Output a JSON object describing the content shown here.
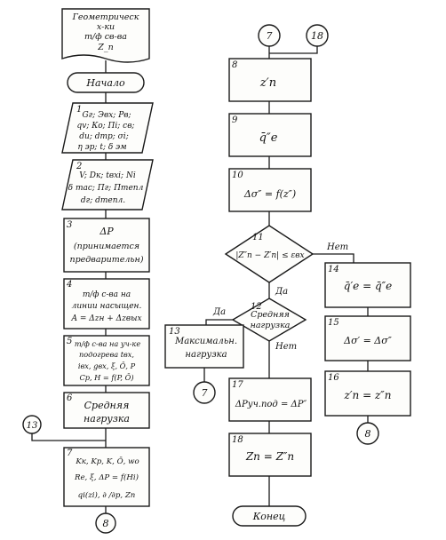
{
  "start_block": [
    "Геометрическ",
    "х-ки",
    "т/ф св-ва",
    "Z_п"
  ],
  "begin_terminal": "Начало",
  "blocks": {
    "b1": {
      "num": "1",
      "lines": [
        "Gг; Эвх; Рв;",
        "qv; Ко; Пi; св;",
        "dи; dтр; σi;",
        "η эр; t; δ эм"
      ]
    },
    "b2": {
      "num": "2",
      "lines": [
        "V; Dк; tвхi; Ni",
        "δ тас; Пг; Птепл",
        "dг; dтепл."
      ]
    },
    "b3": {
      "num": "3",
      "lines": [
        "ΔP",
        "(принимается",
        "предварительн)"
      ]
    },
    "b4": {
      "num": "4",
      "lines": [
        "т/ф с-ва на",
        "линии насыщен.",
        "A = Δzн + Δzвых"
      ]
    },
    "b5": {
      "num": "5",
      "lines": [
        "т/ф с-ва на уч-ке",
        "подогрева tвх,",
        "iвх, gвх, ξ, Ō, P",
        "Cp, H = f(P, Ō)"
      ]
    },
    "b6": {
      "num": "6",
      "lines": [
        "Средняя",
        "нагрузка"
      ]
    },
    "b7": {
      "num": "7",
      "lines": [
        "Kк, Kр, K, Ō, wо",
        "Re, ξ, ΔP = f(Hi)",
        "qi(zi), ∂ /∂p, Zп"
      ]
    },
    "b8": {
      "num": "8",
      "lines": [
        "z′п"
      ]
    },
    "b9": {
      "num": "9",
      "lines": [
        "q̄″е"
      ]
    },
    "b10": {
      "num": "10",
      "lines": [
        "Δσ″ = f(z″)"
      ]
    },
    "b11": {
      "num": "11",
      "lines": [
        "|Z″п − Z′п| ≤ εвх"
      ]
    },
    "b12": {
      "num": "12",
      "lines": [
        "Средняя",
        "нагрузка"
      ]
    },
    "b13": {
      "num": "13",
      "lines": [
        "Максимальн.",
        "нагрузка"
      ]
    },
    "b14": {
      "num": "14",
      "lines": [
        "q̄′е = q̄″е"
      ]
    },
    "b15": {
      "num": "15",
      "lines": [
        "Δσ′ = Δσ″"
      ]
    },
    "b16": {
      "num": "16",
      "lines": [
        "z′п = z″п"
      ]
    },
    "b17": {
      "num": "17",
      "lines": [
        "ΔPуч.под = ΔP″"
      ]
    },
    "b18": {
      "num": "18",
      "lines": [
        "Zп = Z″п"
      ]
    }
  },
  "end_terminal": "Конец",
  "connectors": {
    "c7_top": "7",
    "c18_top": "18",
    "c13_left": "13",
    "c8_bottom_left": "8",
    "c7_mid": "7",
    "c8_right": "8"
  },
  "labels": {
    "no_11": "Нет",
    "yes_11": "Да",
    "yes_12": "Да",
    "no_12": "Нет"
  }
}
